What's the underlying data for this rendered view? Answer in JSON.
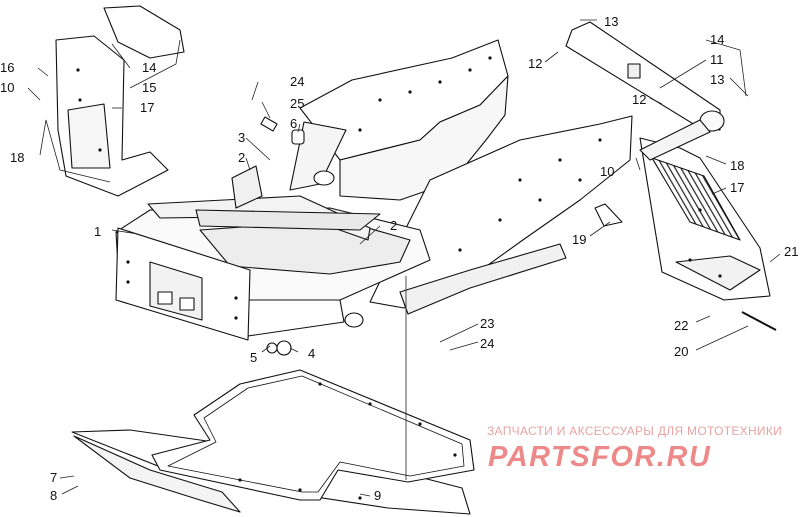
{
  "diagram": {
    "callouts": [
      {
        "id": "c16",
        "text": "16"
      },
      {
        "id": "c10a",
        "text": "10"
      },
      {
        "id": "c18a",
        "text": "18"
      },
      {
        "id": "c14a",
        "text": "14"
      },
      {
        "id": "c15",
        "text": "15"
      },
      {
        "id": "c17a",
        "text": "17"
      },
      {
        "id": "c24a",
        "text": "24"
      },
      {
        "id": "c25",
        "text": "25"
      },
      {
        "id": "c3",
        "text": "3"
      },
      {
        "id": "c6",
        "text": "6"
      },
      {
        "id": "c2a",
        "text": "2"
      },
      {
        "id": "c1",
        "text": "1"
      },
      {
        "id": "c2b",
        "text": "2"
      },
      {
        "id": "c5",
        "text": "5"
      },
      {
        "id": "c4",
        "text": "4"
      },
      {
        "id": "c13a",
        "text": "13"
      },
      {
        "id": "c12a",
        "text": "12"
      },
      {
        "id": "c14b",
        "text": "14"
      },
      {
        "id": "c11",
        "text": "11"
      },
      {
        "id": "c13b",
        "text": "13"
      },
      {
        "id": "c12b",
        "text": "12"
      },
      {
        "id": "c18b",
        "text": "18"
      },
      {
        "id": "c10b",
        "text": "10"
      },
      {
        "id": "c17b",
        "text": "17"
      },
      {
        "id": "c19",
        "text": "19"
      },
      {
        "id": "c21",
        "text": "21"
      },
      {
        "id": "c22",
        "text": "22"
      },
      {
        "id": "c20",
        "text": "20"
      },
      {
        "id": "c23",
        "text": "23"
      },
      {
        "id": "c24b",
        "text": "24"
      },
      {
        "id": "c7",
        "text": "7"
      },
      {
        "id": "c8",
        "text": "8"
      },
      {
        "id": "c9",
        "text": "9"
      }
    ]
  },
  "watermark": {
    "tagline": "ЗАПЧАСТИ И АКСЕССУАРЫ ДЛЯ МОТОТЕХНИКИ",
    "logo_text": "PARTSFOR.RU",
    "color": "#e23a3a"
  }
}
